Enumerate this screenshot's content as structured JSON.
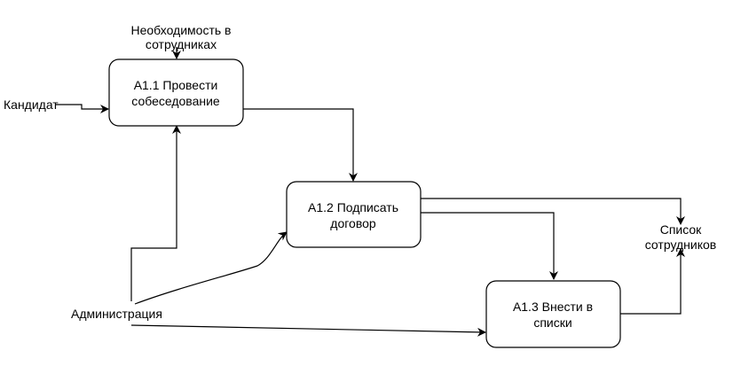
{
  "process_boxes": {
    "a11": {
      "line1": "A1.1 Провести",
      "line2": "собеседование"
    },
    "a12": {
      "line1": "A1.2 Подписать",
      "line2": "договор"
    },
    "a13": {
      "line1": "A1.3 Внести в",
      "line2": "списки"
    }
  },
  "external_labels": {
    "need": {
      "line1": "Необходимость в",
      "line2": "сотрудниках"
    },
    "candidate": "Кандидат",
    "administration": "Администрация",
    "employee_list": {
      "line1": "Список",
      "line2": "сотрудников"
    }
  },
  "colors": {
    "stroke": "#000000",
    "fill": "#ffffff",
    "text": "#000000"
  }
}
